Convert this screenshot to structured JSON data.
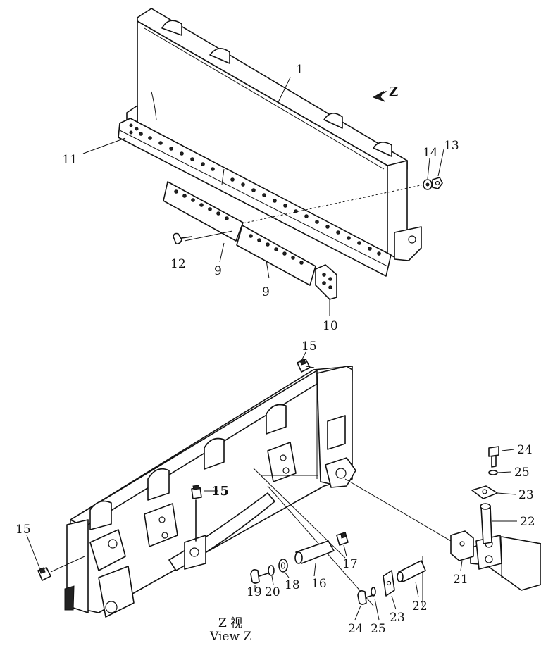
{
  "labels": {
    "p1": "1",
    "p9a": "9",
    "p9b": "9",
    "p10": "10",
    "p11": "11",
    "p12": "12",
    "p13": "13",
    "p14": "14",
    "p15a": "15",
    "p15b": "15",
    "p15c": "15",
    "p16": "16",
    "p17": "17",
    "p18": "18",
    "p19": "19",
    "p20": "20",
    "p21": "21",
    "p22a": "22",
    "p22b": "22",
    "p23a": "23",
    "p23b": "23",
    "p24a": "24",
    "p24b": "24",
    "p25a": "25",
    "p25b": "25"
  },
  "view_marker": "Z",
  "caption": {
    "line1": "Z 视",
    "line2": "View Z"
  }
}
